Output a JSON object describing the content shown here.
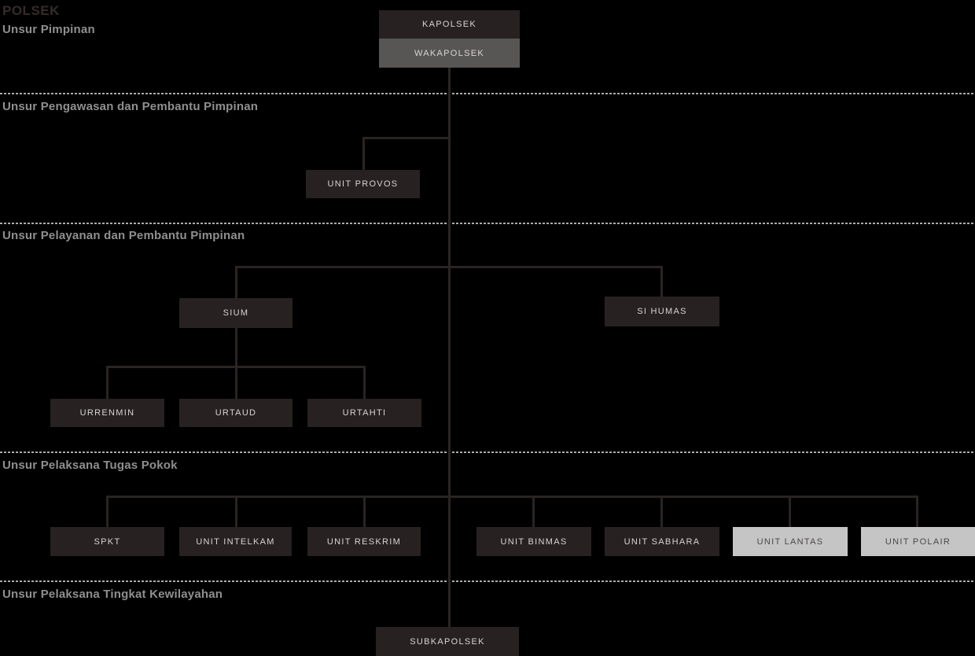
{
  "title": "POLSEK",
  "colors": {
    "background": "#000000",
    "box_dark": "#272121",
    "box_gray": "#585555",
    "box_light": "#c6c5c5",
    "box_text_light": "#d8d5d4",
    "box_text_dark": "#4a4847",
    "connector": "#2a2422",
    "divider_dashed": "#ababab",
    "section_label": "#8f8f8f",
    "title_text": "#342c2a"
  },
  "sections": {
    "pimpinan": {
      "label": "Unsur Pimpinan"
    },
    "pengawasan": {
      "label": "Unsur Pengawasan dan Pembantu Pimpinan"
    },
    "pelayanan": {
      "label": "Unsur Pelayanan dan Pembantu Pimpinan"
    },
    "pelaksana_pokok": {
      "label": "Unsur Pelaksana Tugas Pokok"
    },
    "kewilayahan": {
      "label": "Unsur Pelaksana Tingkat Kewilayahan"
    }
  },
  "nodes": {
    "kapolsek": {
      "label": "KAPOLSEK",
      "variant": "dark"
    },
    "wakapolsek": {
      "label": "WAKAPOLSEK",
      "variant": "gray"
    },
    "unit_provos": {
      "label": "UNIT PROVOS",
      "variant": "dark"
    },
    "sium": {
      "label": "SIUM",
      "variant": "dark"
    },
    "si_humas": {
      "label": "SI HUMAS",
      "variant": "dark"
    },
    "urrenmin": {
      "label": "URRENMIN",
      "variant": "dark"
    },
    "urtaud": {
      "label": "URTAUD",
      "variant": "dark"
    },
    "urtahti": {
      "label": "URTAHTI",
      "variant": "dark"
    },
    "spkt": {
      "label": "SPKT",
      "variant": "dark"
    },
    "unit_intelkam": {
      "label": "UNIT INTELKAM",
      "variant": "dark"
    },
    "unit_reskrim": {
      "label": "UNIT RESKRIM",
      "variant": "dark"
    },
    "unit_binmas": {
      "label": "UNIT BINMAS",
      "variant": "dark"
    },
    "unit_sabhara": {
      "label": "UNIT SABHARA",
      "variant": "dark"
    },
    "unit_lantas": {
      "label": "UNIT LANTAS",
      "variant": "light"
    },
    "unit_polair": {
      "label": "UNIT POLAIR",
      "variant": "light"
    },
    "subkapolsek": {
      "label": "SUBKAPOLSEK",
      "variant": "dark"
    }
  },
  "edges": [
    [
      "KAPOLSEK",
      "WAKAPOLSEK"
    ],
    [
      "WAKAPOLSEK",
      "UNIT PROVOS"
    ],
    [
      "WAKAPOLSEK",
      "SIUM"
    ],
    [
      "WAKAPOLSEK",
      "SI HUMAS"
    ],
    [
      "SIUM",
      "URRENMIN"
    ],
    [
      "SIUM",
      "URTAUD"
    ],
    [
      "SIUM",
      "URTAHTI"
    ],
    [
      "WAKAPOLSEK",
      "SPKT"
    ],
    [
      "WAKAPOLSEK",
      "UNIT INTELKAM"
    ],
    [
      "WAKAPOLSEK",
      "UNIT RESKRIM"
    ],
    [
      "WAKAPOLSEK",
      "UNIT BINMAS"
    ],
    [
      "WAKAPOLSEK",
      "UNIT SABHARA"
    ],
    [
      "WAKAPOLSEK",
      "UNIT LANTAS"
    ],
    [
      "WAKAPOLSEK",
      "UNIT POLAIR"
    ],
    [
      "WAKAPOLSEK",
      "SUBKAPOLSEK"
    ]
  ]
}
